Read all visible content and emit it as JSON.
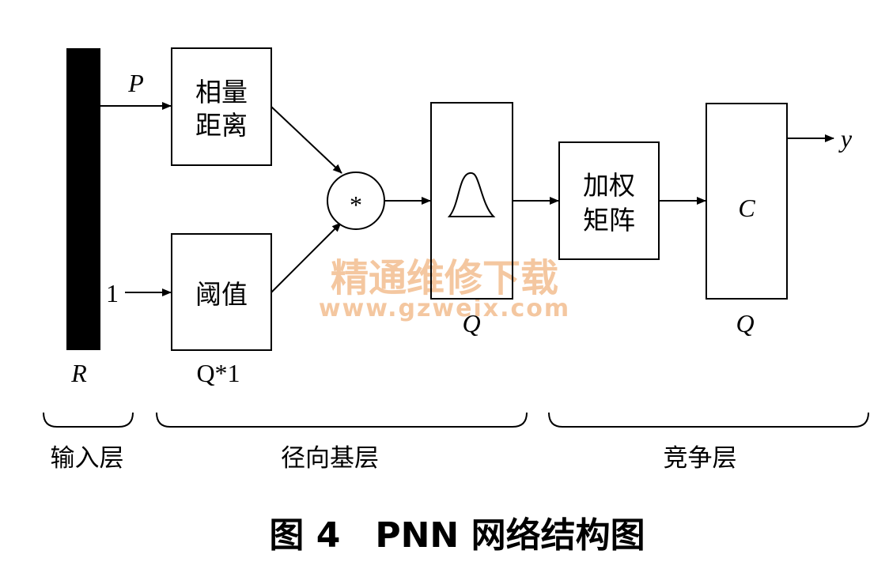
{
  "labels": {
    "input_vector": "P",
    "bias_input": "1",
    "input_size": "R",
    "bias_size": "Q*1",
    "radbas_size": "Q",
    "output_size": "Q",
    "output": "y",
    "multiply_symbol": "*"
  },
  "boxes": {
    "distance_line1": "相量",
    "distance_line2": "距离",
    "threshold": "阈值",
    "weight_line1": "加权",
    "weight_line2": "矩阵",
    "compet": "C"
  },
  "layers": {
    "input": "输入层",
    "radial_basis": "径向基层",
    "competitive": "竞争层"
  },
  "caption": "图 4　PNN 网络结构图",
  "watermark": {
    "title": "精通维修下载",
    "url": "www.gzweix.com",
    "color": "#f4c7a0"
  }
}
